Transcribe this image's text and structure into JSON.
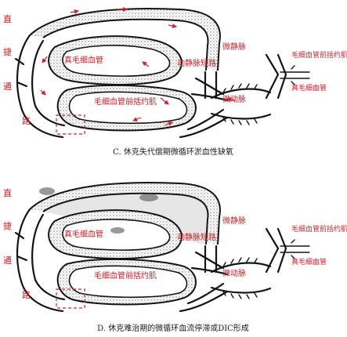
{
  "panel_c": {
    "caption": "C. 休克失代偿期微循环淤血性缺氧",
    "side_label_chars": [
      "直",
      "捷",
      "通",
      "路"
    ],
    "labels": {
      "true_capillary": "真毛细血管",
      "av_shunt": "动静脉短路",
      "precap_sphincter": "毛细血管前括约肌",
      "venule": "微静脉",
      "arteriole": "微动脉"
    },
    "inset": {
      "precap_sphincter": "毛细血管前括约肌",
      "true_capillary": "真毛细血管"
    }
  },
  "panel_d": {
    "caption": "D. 休克难治期的微循环血流停滞或DIC形成",
    "side_label_chars": [
      "直",
      "捷",
      "通",
      "路"
    ],
    "labels": {
      "true_capillary": "真毛细血管",
      "av_shunt": "动静脉短路",
      "precap_sphincter": "毛细血管前括约肌",
      "venule": "微静脉",
      "arteriole": "微动脉"
    },
    "inset": {
      "precap_sphincter": "毛细血管前括约肌",
      "true_capillary": "真毛细血管"
    }
  },
  "colors": {
    "label_red": "#d2202a",
    "vessel": "#141414",
    "stipple": "#cfcfcf"
  }
}
